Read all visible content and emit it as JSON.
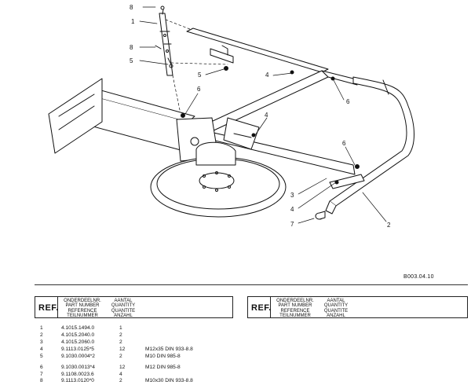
{
  "drawing": {
    "reference_code": "B003.04.10",
    "callouts": [
      "8",
      "1",
      "8",
      "5",
      "5",
      "4",
      "6",
      "6",
      "4",
      "6",
      "3",
      "4",
      "7",
      "2"
    ]
  },
  "table_left": {
    "header": {
      "ref": "REF.",
      "part_number": [
        "ONDERDEELNR.",
        "PART NUMBER",
        "REFERENCE",
        "TEILNUMMER"
      ],
      "quantity": [
        "AANTAL",
        "QUANTITY",
        "QUANTITE",
        "ANZAHL"
      ]
    },
    "rows": [
      {
        "ref": "1",
        "part": "4.1015.1494.0",
        "qty": "1",
        "desc": ""
      },
      {
        "ref": "2",
        "part": "4.1015.2040.0",
        "qty": "2",
        "desc": ""
      },
      {
        "ref": "3",
        "part": "4.1015.2060.0",
        "qty": "2",
        "desc": ""
      },
      {
        "ref": "4",
        "part": "9.1113.0125*5",
        "qty": "12",
        "desc": "M12x35 DIN 933-8.8"
      },
      {
        "ref": "5",
        "part": "9.1030.0004*2",
        "qty": "2",
        "desc": "M10 DIN 985-8"
      },
      {
        "ref": "6",
        "part": "9.1030.0013*4",
        "qty": "12",
        "desc": "M12 DIN 985-8"
      },
      {
        "ref": "7",
        "part": "9.1108.0023.6",
        "qty": "4",
        "desc": ""
      },
      {
        "ref": "8",
        "part": "9.1113.0120*0",
        "qty": "2",
        "desc": "M10x30 DIN 933-8.8"
      }
    ]
  },
  "table_right": {
    "header": {
      "ref": "REF.",
      "part_number": [
        "ONDERDEELNR.",
        "PART NUMBER",
        "REFERENCE",
        "TEILNUMMER"
      ],
      "quantity": [
        "AANTAL",
        "QUANTITY",
        "QUANTITE",
        "ANZAHL"
      ]
    }
  }
}
